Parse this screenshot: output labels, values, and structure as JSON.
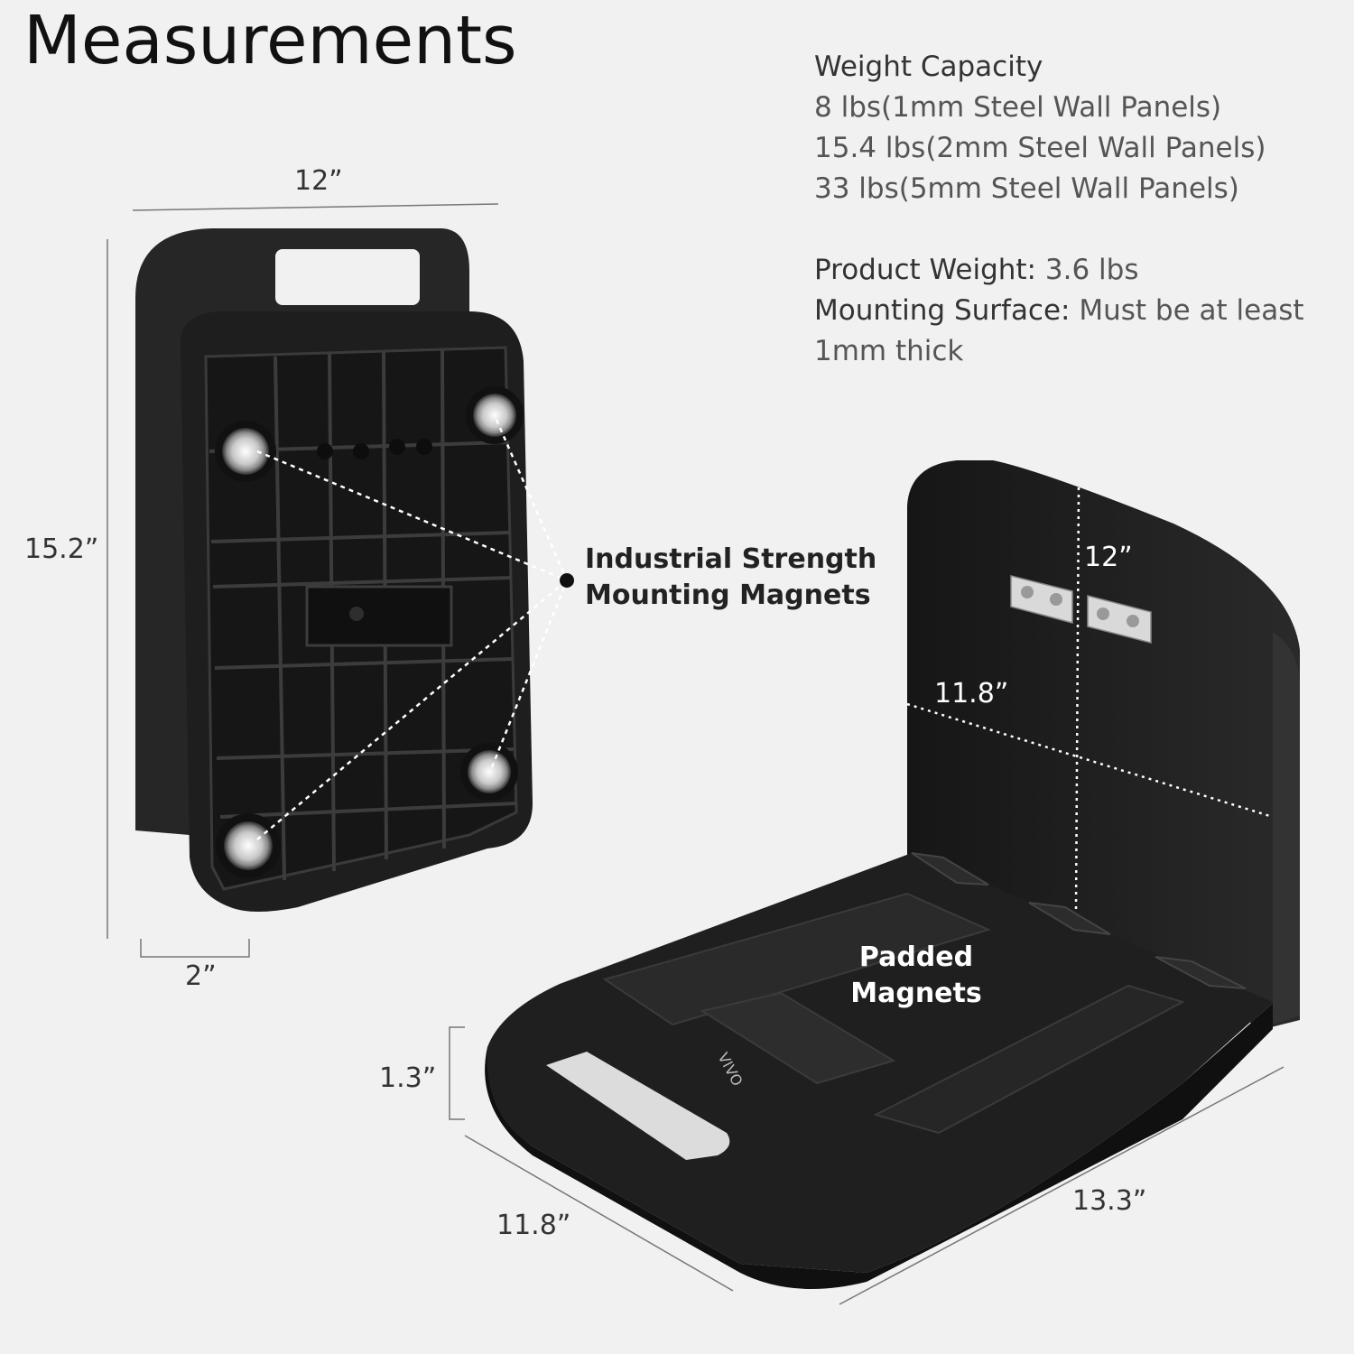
{
  "title": "Measurements",
  "specs": {
    "weight_capacity_label": "Weight Capacity",
    "capacity_lines": [
      "8 lbs(1mm Steel Wall Panels)",
      "15.4 lbs(2mm Steel Wall Panels)",
      "33 lbs(5mm Steel Wall Panels)"
    ],
    "product_weight_label": "Product Weight:",
    "product_weight_value": "3.6 lbs",
    "mounting_surface_label": "Mounting Surface:",
    "mounting_surface_value": "Must be at least",
    "mounting_surface_value_cont": "1mm thick"
  },
  "dimensions": {
    "back_width": "12”",
    "back_height": "15.2”",
    "back_depth": "2”",
    "panel_height": "12”",
    "panel_width": "11.8”",
    "shelf_thickness": "1.3”",
    "shelf_depth": "11.8”",
    "shelf_length": "13.3”"
  },
  "callouts": {
    "magnets_line1": "Industrial Strength",
    "magnets_line2": "Mounting Magnets",
    "padded_line1": "Padded",
    "padded_line2": "Magnets"
  },
  "colors": {
    "background": "#f1f1f1",
    "product": "#1c1c1c",
    "text": "#333333"
  }
}
